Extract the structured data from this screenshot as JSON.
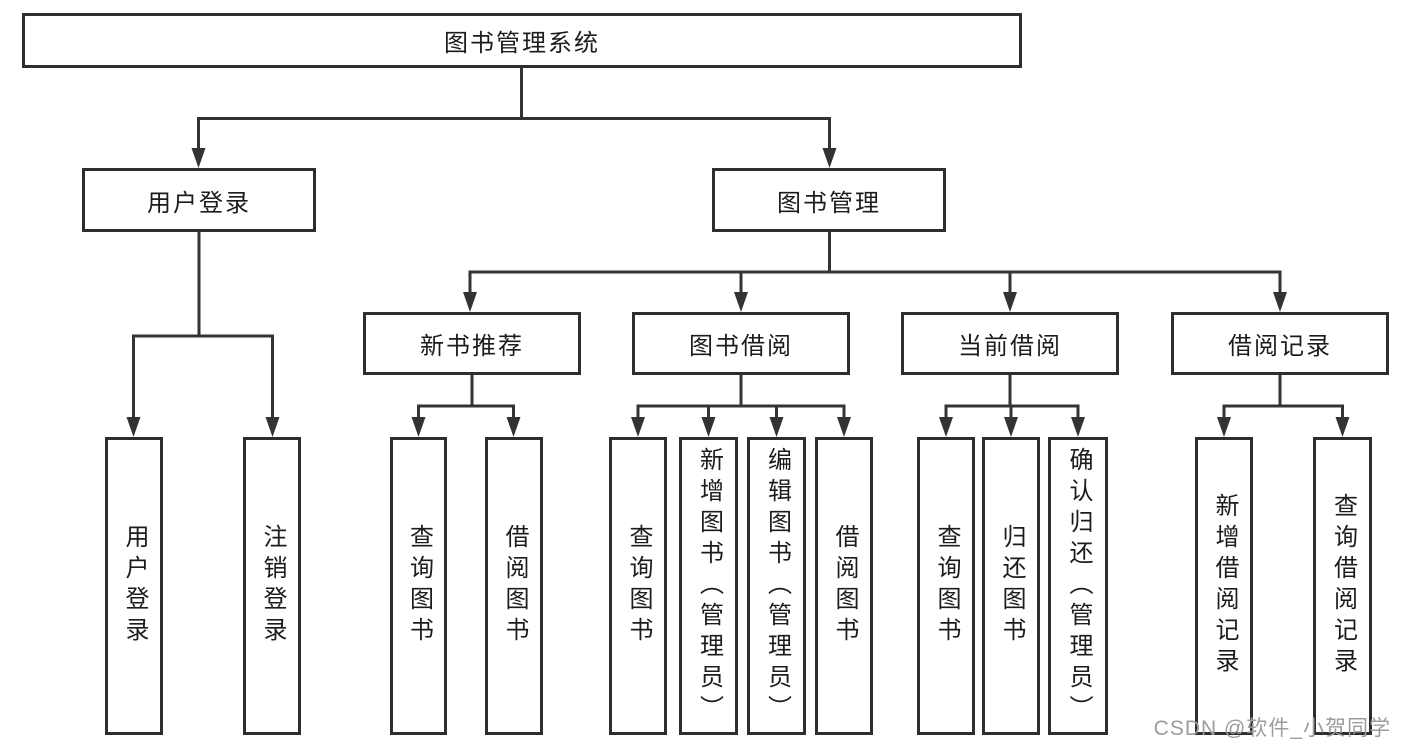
{
  "colors": {
    "line": "#333333",
    "box_border": "#2e2e2e",
    "text": "#1c1c1c",
    "watermark": "#9c9c9c",
    "background": "#ffffff"
  },
  "watermark": "CSDN @软件_小贺同学",
  "nodes": {
    "root": {
      "label": "图书管理系统"
    },
    "user_login_branch": {
      "label": "用户登录",
      "leaves": [
        "用户登录",
        "注销登录"
      ]
    },
    "book_mgmt_branch": {
      "label": "图书管理",
      "children": [
        {
          "label": "新书推荐",
          "leaves": [
            "查询图书",
            "借阅图书"
          ]
        },
        {
          "label": "图书借阅",
          "leaves": [
            "查询图书",
            "新增图书（管理员）",
            "编辑图书（管理员）",
            "借阅图书"
          ]
        },
        {
          "label": "当前借阅",
          "leaves": [
            "查询图书",
            "归还图书",
            "确认归还（管理员）"
          ]
        },
        {
          "label": "借阅记录",
          "leaves": [
            "新增借阅记录",
            "查询借阅记录"
          ]
        }
      ]
    }
  }
}
